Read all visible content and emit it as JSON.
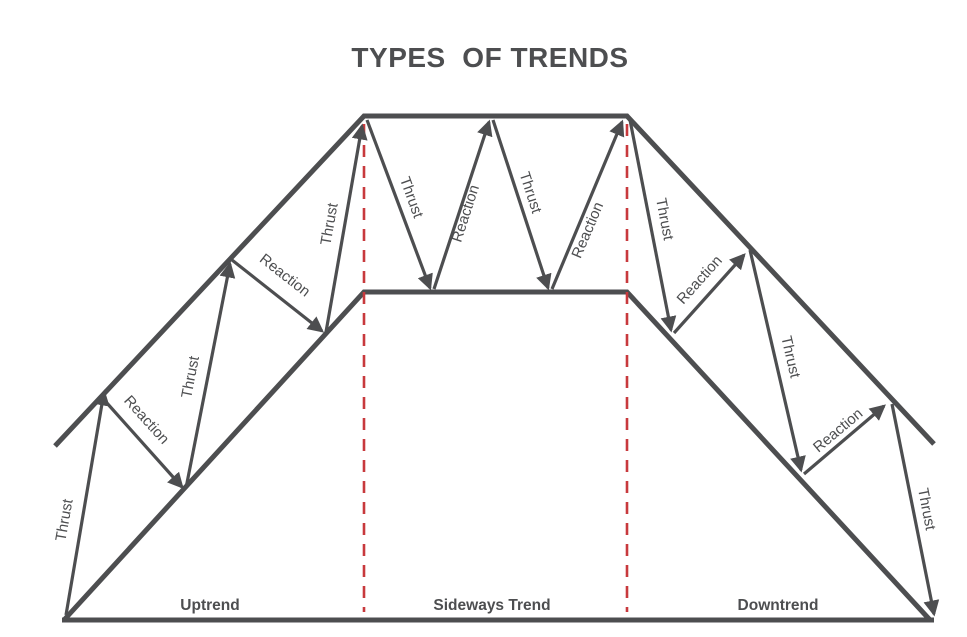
{
  "title": "TYPES  OF TRENDS",
  "segments": {
    "uptrend": "Uptrend",
    "sideways": "Sideways Trend",
    "downtrend": "Downtrend"
  },
  "moves": {
    "up_1": "Thrust",
    "up_2": "Reaction",
    "up_3": "Thrust",
    "up_4": "Reaction",
    "up_5": "Thrust",
    "side_1": "Thrust",
    "side_2": "Reaction",
    "side_3": "Thrust",
    "side_4": "Reaction",
    "down_1": "Thrust",
    "down_2": "Reaction",
    "down_3": "Thrust",
    "down_4": "Reaction",
    "down_5": "Thrust"
  },
  "colors": {
    "line": "#4d4e50",
    "divider": "#c8393d"
  }
}
